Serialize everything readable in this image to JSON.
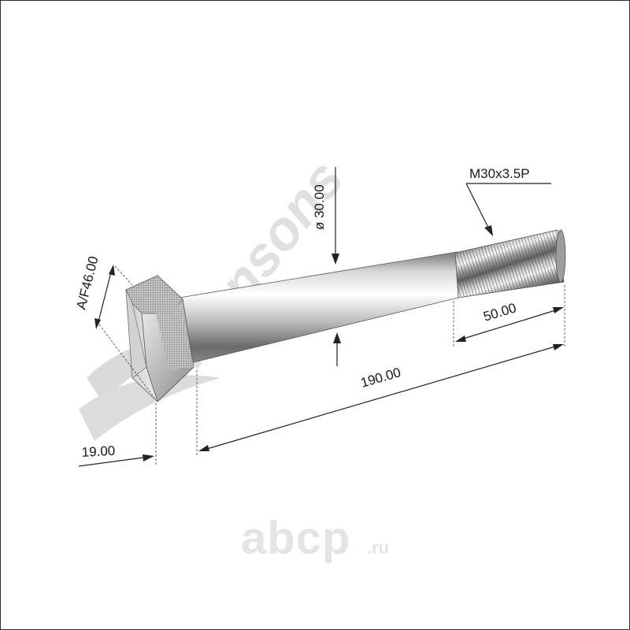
{
  "dimensions": {
    "thread_spec": "M30x3.5P",
    "shank_diameter": "ø 30.00",
    "across_flats": "A/F46.00",
    "thread_length": "50.00",
    "shank_length": "190.00",
    "head_height": "19.00"
  },
  "watermark": {
    "brand": "mansons",
    "site_name": "abcp",
    "site_tld": ".ru"
  },
  "colors": {
    "frame": "#2b2b2b",
    "watermark": "#d6d6d6",
    "steel_light": "#f2f2f2",
    "steel_dark": "#6e6e6e"
  }
}
